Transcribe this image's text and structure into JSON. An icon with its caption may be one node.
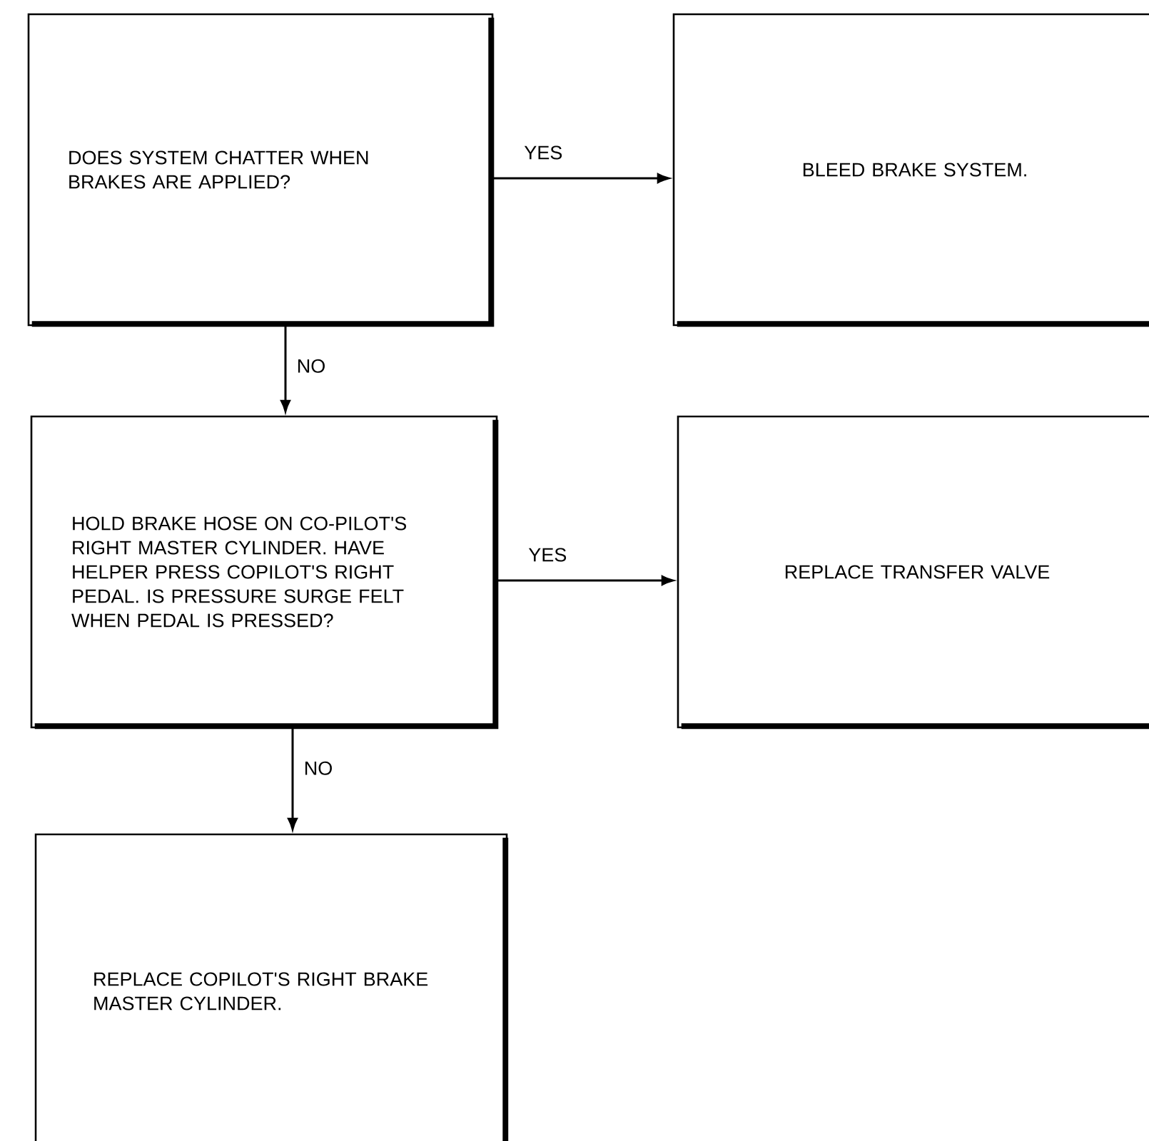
{
  "diagram": {
    "nodes": [
      {
        "text": [
          "DOES SYSTEM CHATTER WHEN BRAKES ARE APPLIED?"
        ]
      },
      {
        "text": [
          "BLEED BRAKE SYSTEM."
        ]
      },
      {
        "text": [
          "HOLD BRAKE HOSE ON CO-PILOT'S RIGHT MASTER CYLINDER. HAVE HELPER PRESS COPILOT'S RIGHT PEDAL. IS PRESSURE SURGE FELT WHEN PEDAL IS PRESSED?"
        ]
      },
      {
        "text": [
          "REPLACE TRANSFER VALVE"
        ]
      },
      {
        "text": [
          "REPLACE COPILOT'S RIGHT BRAKE MASTER CYLINDER."
        ]
      }
    ],
    "edges": [
      {
        "from": 0,
        "to": 1,
        "arrow": "to",
        "label": "YES"
      },
      {
        "from": 0,
        "to": 2,
        "arrow": "to",
        "label": "NO"
      },
      {
        "from": 2,
        "to": 3,
        "arrow": "to",
        "label": "YES"
      },
      {
        "from": 2,
        "to": 4,
        "arrow": "to",
        "label": "NO"
      }
    ]
  }
}
